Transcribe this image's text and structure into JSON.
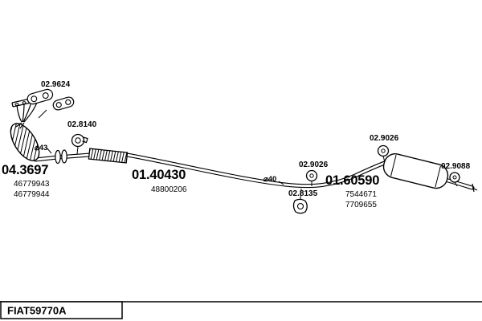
{
  "colors": {
    "background": "#ffffff",
    "line": "#000000",
    "text": "#000000"
  },
  "footer": {
    "code": "FIAT59770A"
  },
  "parts": {
    "gasket_set": {
      "label": "02.9624",
      "icon": "gasket-icon"
    },
    "front_clamp": {
      "label": "02.8140",
      "icon": "clamp-icon"
    },
    "catalyst": {
      "label": "04.3697",
      "alt1": "46779943",
      "alt2": "46779944",
      "diameter": "⌀43"
    },
    "centre_pipe": {
      "label": "01.40430",
      "alt1": "48800206",
      "diameter": "⌀40"
    },
    "centre_hanger": {
      "label": "02.9026",
      "icon": "rubber-ring-hanger-icon"
    },
    "centre_mount": {
      "label": "02.8135",
      "icon": "rubber-mount-icon"
    },
    "rear_silencer": {
      "label": "01.60590",
      "alt1": "7544671",
      "alt2": "7709655"
    },
    "rear_hanger": {
      "label": "02.9026",
      "icon": "rubber-ring-hanger-icon"
    },
    "tail_hanger": {
      "label": "02.9088",
      "icon": "rubber-ring-hanger-icon"
    }
  }
}
